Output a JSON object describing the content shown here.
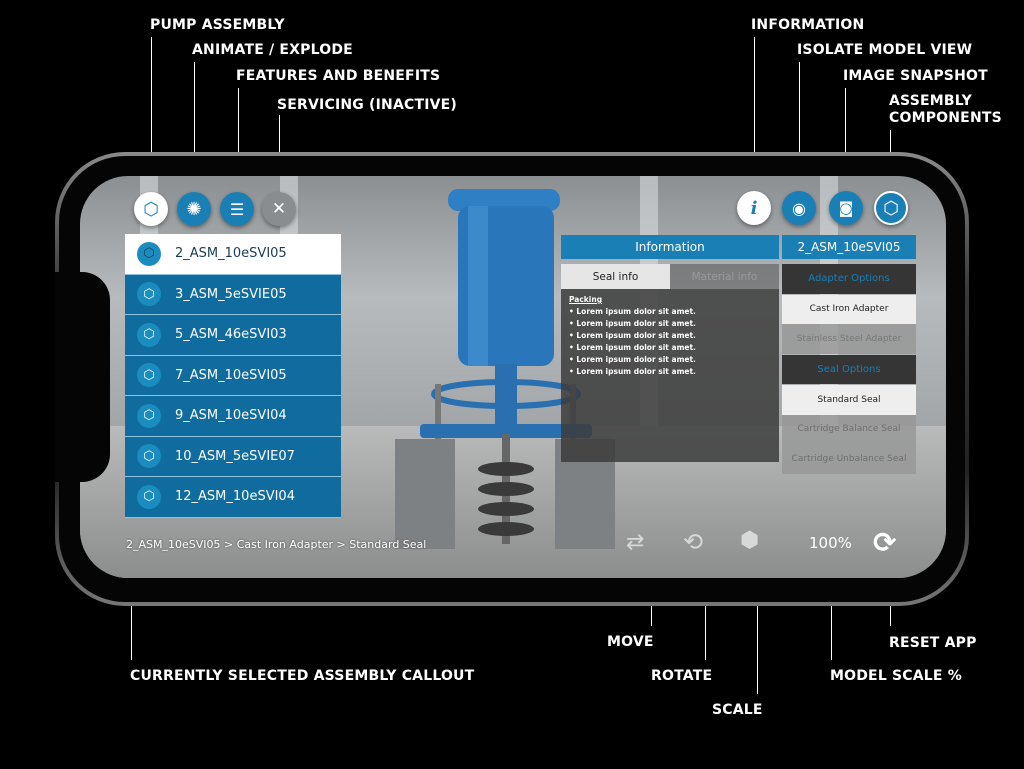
{
  "callouts": {
    "pump_assembly": "PUMP ASSEMBLY",
    "animate_explode": "ANIMATE / EXPLODE",
    "features_benefits": "FEATURES AND BENEFITS",
    "servicing": "SERVICING (INACTIVE)",
    "information": "INFORMATION",
    "isolate": "ISOLATE MODEL VIEW",
    "snapshot": "IMAGE SNAPSHOT",
    "assembly_components_1": "ASSEMBLY",
    "assembly_components_2": "COMPONENTS",
    "move": "MOVE",
    "rotate": "ROTATE",
    "scale": "SCALE",
    "model_scale": "MODEL SCALE %",
    "reset": "RESET APP",
    "selected_callout": "CURRENTLY SELECTED ASSEMBLY CALLOUT"
  },
  "toolbar_left": [
    {
      "icon": "cube-icon",
      "state": "active"
    },
    {
      "icon": "explode-icon"
    },
    {
      "icon": "document-icon"
    },
    {
      "icon": "tools-icon",
      "state": "inactive"
    }
  ],
  "toolbar_right": [
    {
      "icon": "info-icon",
      "glyph": "i"
    },
    {
      "icon": "eye-icon"
    },
    {
      "icon": "camera-icon"
    },
    {
      "icon": "components-icon"
    }
  ],
  "assemblies": [
    {
      "label": "2_ASM_10eSVI05",
      "selected": true
    },
    {
      "label": "3_ASM_5eSVIE05"
    },
    {
      "label": "5_ASM_46eSVI03"
    },
    {
      "label": "7_ASM_10eSVI05"
    },
    {
      "label": "9_ASM_10eSVI04"
    },
    {
      "label": "10_ASM_5eSVIE07"
    },
    {
      "label": "12_ASM_10eSVI04"
    }
  ],
  "info_panel": {
    "title": "Information",
    "tabs": [
      {
        "label": "Seal info",
        "active": true
      },
      {
        "label": "Material info"
      }
    ],
    "heading": "Packing",
    "items": [
      "Lorem ipsum dolor sit amet.",
      "Lorem ipsum dolor sit amet.",
      "Lorem ipsum dolor sit amet.",
      "Lorem ipsum dolor sit amet.",
      "Lorem ipsum dolor sit amet.",
      "Lorem ipsum dolor sit amet."
    ]
  },
  "options_panel": {
    "title": "2_ASM_10eSVI05",
    "adapter_header": "Adapter Options",
    "adapters": [
      {
        "label": "Cast Iron Adapter",
        "selected": true
      },
      {
        "label": "Stainless Steel Adapter"
      }
    ],
    "seal_header": "Seal Options",
    "seals": [
      {
        "label": "Standard Seal",
        "selected": true
      },
      {
        "label": "Cartridge Balance Seal"
      },
      {
        "label": "Cartridge Unbalance Seal"
      }
    ]
  },
  "breadcrumb": "2_ASM_10eSVI05 > Cast Iron Adapter > Standard Seal",
  "scale_percent": "100%",
  "colors": {
    "accent": "#1a7fb5",
    "list_bg": "#106c9e",
    "background": "#000000"
  }
}
